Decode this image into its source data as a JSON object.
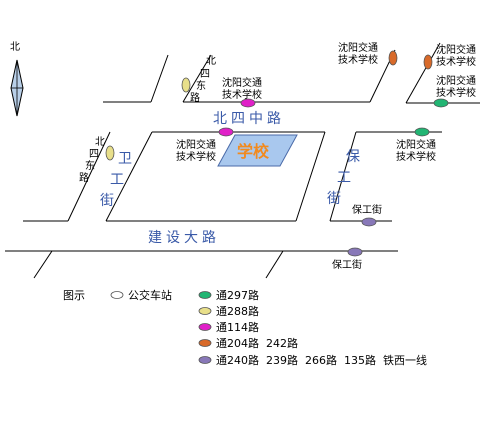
{
  "compass": {
    "label": "北"
  },
  "roads": {
    "north_road": "北四中路",
    "west_street": "卫工街",
    "east_street": "保工街",
    "south_road": "建设大路"
  },
  "school": {
    "label": "学校"
  },
  "stops": {
    "beisi_dong_lu_top": "北四东路",
    "beisi_dong_lu_left": "北四东路",
    "shenyang_jiaotong_top_mid": "沈阳交通技术学校",
    "shenyang_jiaotong_top_right_a": "沈阳交通技术学校",
    "shenyang_jiaotong_top_right_b": "沈阳交通技术学校",
    "shenyang_jiaotong_school_left": "沈阳交通技术学校",
    "shenyang_jiaotong_right": "沈阳交通技术学校",
    "baogongjie_mid": "保工街",
    "baogongjie_bottom": "保工街"
  },
  "legend": {
    "title": "图示",
    "bus_stop": "公交车站",
    "routes": [
      {
        "label": "通297路",
        "color": "#22b573"
      },
      {
        "label": "通288路",
        "color": "#e8df8a"
      },
      {
        "label": "通114路",
        "color": "#e020c8"
      },
      {
        "label": "通204路  242路",
        "color": "#d86a2a"
      },
      {
        "label": "通240路  239路  266路  135路  铁西一线",
        "color": "#8878b8"
      }
    ]
  },
  "colors": {
    "green": "#22b573",
    "yellow": "#e8df8a",
    "magenta": "#e020c8",
    "orange": "#d86a2a",
    "purple": "#8878b8",
    "school_fill": "#a9c8ee",
    "road_label": "#3a5aa8"
  }
}
